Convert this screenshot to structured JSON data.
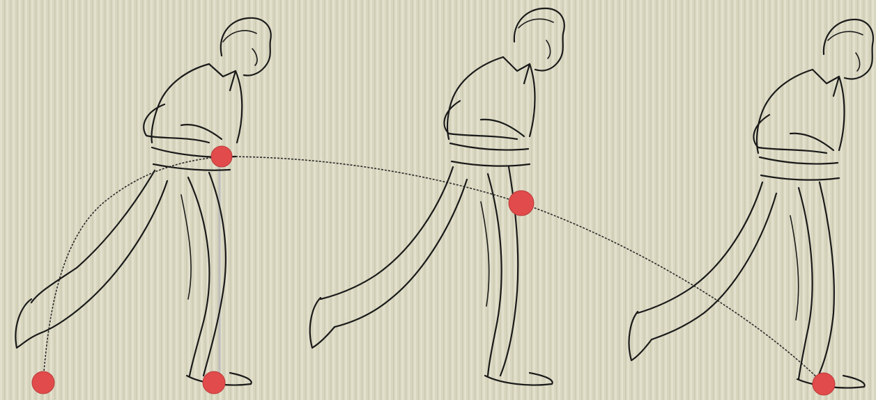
{
  "colors": {
    "background": "#d8d6bf",
    "stripe": "#e6e4d2",
    "ball": "#e24b4b",
    "line": "#1a1a1a"
  },
  "figures": [
    {
      "name": "bowler-stage-1"
    },
    {
      "name": "bowler-stage-2"
    },
    {
      "name": "bowler-stage-3"
    }
  ],
  "balls": [
    {
      "name": "ball-start"
    },
    {
      "name": "ball-held-stage-1"
    },
    {
      "name": "ball-foot-stage-1"
    },
    {
      "name": "ball-swing-stage-2"
    },
    {
      "name": "ball-release-stage-3"
    }
  ]
}
